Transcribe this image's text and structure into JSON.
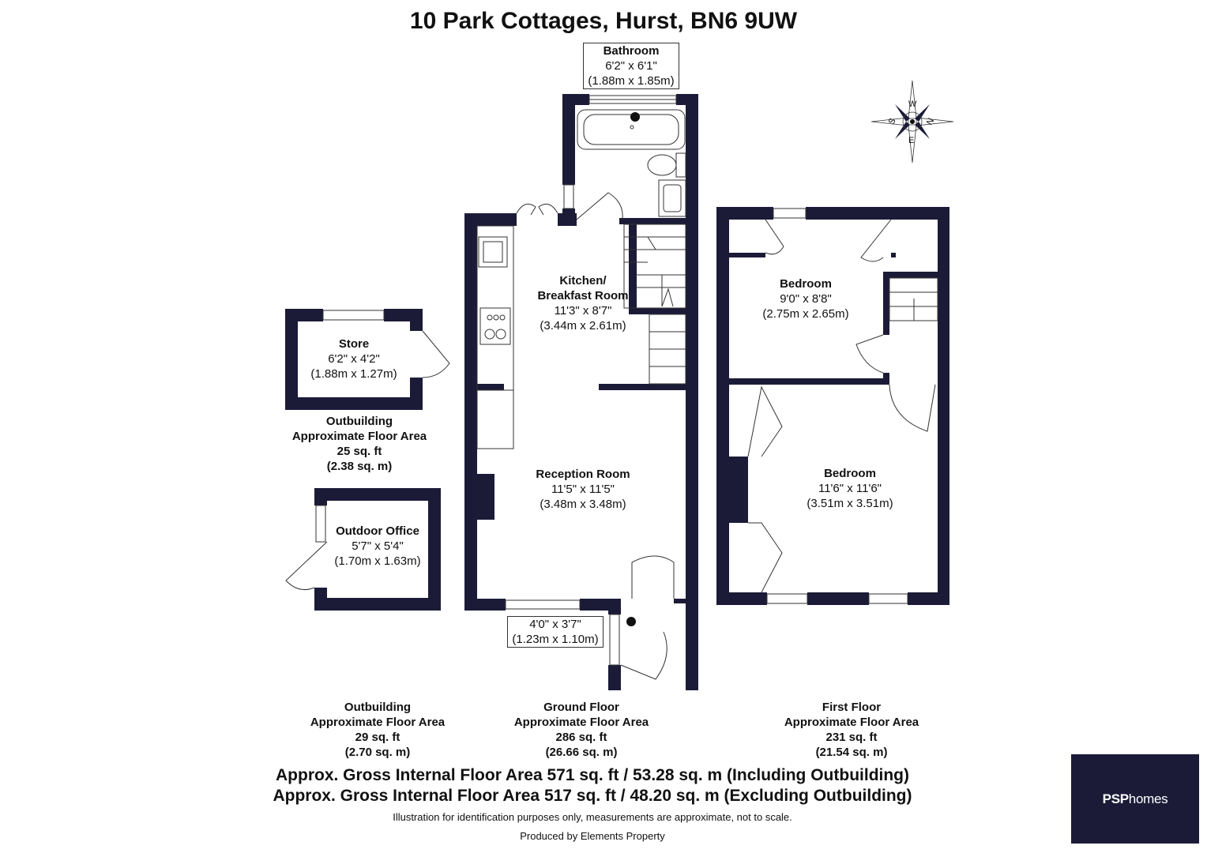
{
  "title": "10 Park Cottages, Hurst, BN6 9UW",
  "compass": {
    "n": "N",
    "s": "S",
    "e": "E",
    "w": "W"
  },
  "rooms": {
    "bathroom": {
      "name": "Bathroom",
      "imperial": "6'2\" x 6'1\"",
      "metric": "(1.88m x 1.85m)"
    },
    "kitchen": {
      "name1": "Kitchen/",
      "name2": "Breakfast Room",
      "imperial": "11'3\" x 8'7\"",
      "metric": "(3.44m x 2.61m)"
    },
    "reception": {
      "name": "Reception Room",
      "imperial": "11'5\" x 11'5\"",
      "metric": "(3.48m x 3.48m)"
    },
    "porch": {
      "imperial": "4'0\" x 3'7\"",
      "metric": "(1.23m x 1.10m)"
    },
    "store": {
      "name": "Store",
      "imperial": "6'2\" x 4'2\"",
      "metric": "(1.88m x 1.27m)"
    },
    "office": {
      "name": "Outdoor Office",
      "imperial": "5'7\" x 5'4\"",
      "metric": "(1.70m x 1.63m)"
    },
    "bedroom1": {
      "name": "Bedroom",
      "imperial": "9'0\" x 8'8\"",
      "metric": "(2.75m x 2.65m)"
    },
    "bedroom2": {
      "name": "Bedroom",
      "imperial": "11'6\" x 11'6\"",
      "metric": "(3.51m x 3.51m)"
    }
  },
  "areas": {
    "store_outbuilding": {
      "line1": "Outbuilding",
      "line2": "Approximate Floor Area",
      "sqft": "25 sq. ft",
      "sqm": "(2.38 sq. m)"
    },
    "office_outbuilding": {
      "line1": "Outbuilding",
      "line2": "Approximate Floor Area",
      "sqft": "29 sq. ft",
      "sqm": "(2.70 sq. m)"
    },
    "ground_floor": {
      "line1": "Ground Floor",
      "line2": "Approximate Floor Area",
      "sqft": "286 sq. ft",
      "sqm": "(26.66 sq. m)"
    },
    "first_floor": {
      "line1": "First Floor",
      "line2": "Approximate Floor Area",
      "sqft": "231 sq. ft",
      "sqm": "(21.54 sq. m)"
    }
  },
  "gross_including": "Approx. Gross Internal Floor Area 571 sq. ft / 53.28 sq. m (Including Outbuilding)",
  "gross_excluding": "Approx. Gross Internal Floor Area 517 sq. ft / 48.20 sq. m (Excluding Outbuilding)",
  "disclaimer": "Illustration for identification purposes only, measurements are approximate, not to scale.",
  "produced_by": "Produced by Elements Property",
  "logo": {
    "bold": "PSP",
    "light": "homes"
  },
  "colors": {
    "wall": "#1b1b38",
    "logo_bg": "#1b1b38"
  }
}
